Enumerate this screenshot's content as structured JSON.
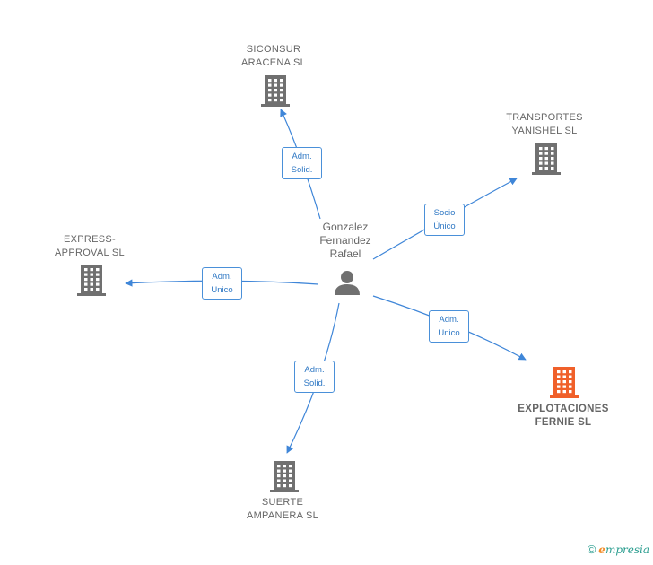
{
  "colors": {
    "edge": "#3f86d8",
    "building": "#707070",
    "building_primary": "#f0602a",
    "person": "#707070"
  },
  "person": {
    "name": "Gonzalez\nFernandez\nRafael",
    "icon": "person-icon"
  },
  "companies": [
    {
      "id": "siconsur",
      "name": "SICONSUR\nARACENA  SL",
      "icon": "building-icon"
    },
    {
      "id": "transportes",
      "name": "TRANSPORTES\nYANISHEL  SL",
      "icon": "building-icon"
    },
    {
      "id": "express",
      "name": "EXPRESS-\nAPPROVAL SL",
      "icon": "building-icon"
    },
    {
      "id": "explotaciones",
      "name": "EXPLOTACIONES\nFERNIE  SL",
      "icon": "building-icon",
      "highlight": true
    },
    {
      "id": "suerte",
      "name": "SUERTE\nAMPANERA  SL",
      "icon": "building-icon"
    }
  ],
  "edges": [
    {
      "to": "siconsur",
      "label": "Adm.\nSolid."
    },
    {
      "to": "transportes",
      "label": "Socio\nÚnico"
    },
    {
      "to": "express",
      "label": "Adm.\nUnico"
    },
    {
      "to": "explotaciones",
      "label": "Adm.\nUnico"
    },
    {
      "to": "suerte",
      "label": "Adm.\nSolid."
    }
  ],
  "footer": {
    "copyright": "©",
    "brand_initial": "e",
    "brand_rest": "mpresia"
  }
}
